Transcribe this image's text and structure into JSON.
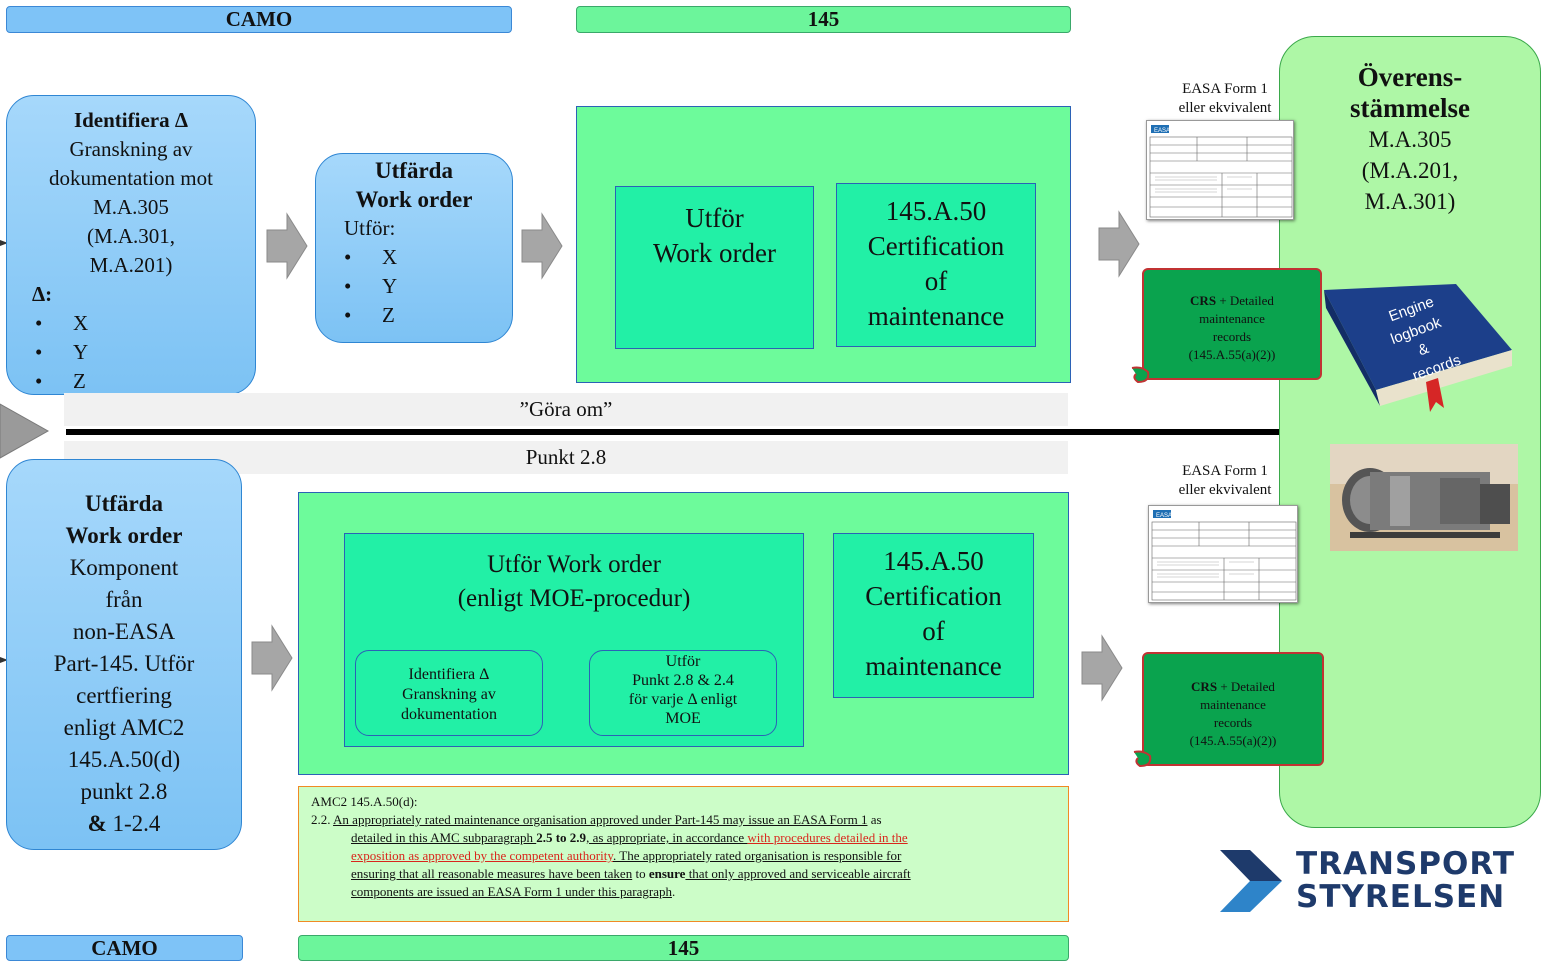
{
  "headers": {
    "top_camo": "CAMO",
    "top_145": "145",
    "bottom_camo": "CAMO",
    "bottom_145": "145"
  },
  "camo_box_top": {
    "title": "Identifiera Δ",
    "lines": [
      "Granskning av",
      "dokumentation mot",
      "M.A.305",
      "(M.A.301,",
      "M.A.201)"
    ],
    "delta_label": "Δ:",
    "items": [
      "X",
      "Y",
      "Z"
    ]
  },
  "work_order_box": {
    "title1": "Utfärda",
    "title2": "Work order",
    "sub": "Utför:",
    "items": [
      "X",
      "Y",
      "Z"
    ]
  },
  "top_145": {
    "perform_line1": "Utför",
    "perform_line2": "Work order",
    "cert_lines": [
      "145.A.50",
      "Certification",
      "of",
      "maintenance"
    ]
  },
  "right_col": {
    "form_caption_1": "EASA Form 1",
    "form_caption_2": "eller ekvivalent",
    "crs_bold": "CRS",
    "crs_rest": " + Detailed",
    "crs_lines": [
      "maintenance",
      "records",
      "(145.A.55(a)(2))"
    ]
  },
  "bands": {
    "redo": "”Göra om”",
    "point": "Punkt 2.8"
  },
  "camo_box_bottom": {
    "title1": "Utfärda",
    "title2": "Work order",
    "lines": [
      "Komponent",
      "från",
      "non-EASA",
      "Part-145. Utför",
      "certfiering",
      "enligt AMC2",
      "145.A.50(d)",
      "punkt 2.8"
    ],
    "last_bold": "&",
    "last_rest": " 1-2.4"
  },
  "bottom_145": {
    "perform_line1": "Utför Work order",
    "perform_line2": "(enligt MOE-procedur)",
    "sub_left": [
      "Identifiera Δ",
      "Granskning av",
      "dokumentation"
    ],
    "sub_right": [
      "Utför",
      "Punkt  2.8 & 2.4",
      "för varje Δ enligt",
      "MOE"
    ],
    "cert_lines": [
      "145.A.50",
      "Certification",
      "of",
      "maintenance"
    ]
  },
  "amc": {
    "heading": "AMC2 145.A.50(d):",
    "num": "2.2.",
    "p1": "An appropriately rated maintenance organisation approved under Part-145 may issue an EASA Form 1",
    "p2": " as",
    "p3": "detailed in this AMC subparagraph ",
    "p4": "2.5 to 2.9",
    "p5": ", as appropriate, in accordance ",
    "p6": "with procedures detailed in the",
    "p7": "exposition as approved by the competent authority",
    "p8": ". The appropriately rated organisation is responsible for",
    "p9": "ensuring that all reasonable measures have been taken",
    "p10": " to ",
    "p11": "ensure",
    "p12": " that only approved and serviceable aircraft",
    "p13": "components are issued an EASA Form 1 under this paragraph",
    "p14": "."
  },
  "conformity": {
    "title1": "Överens-",
    "title2": "stämmelse",
    "lines": [
      "M.A.305",
      "(M.A.201,",
      "M.A.301)"
    ]
  },
  "logbook": {
    "lines": [
      "Engine",
      "logbook",
      "&",
      "records"
    ]
  },
  "logo": {
    "line1": "TRANSPORT",
    "line2": "STYRELSEN",
    "color": "#1e3a6b"
  },
  "form_header": "EASA"
}
